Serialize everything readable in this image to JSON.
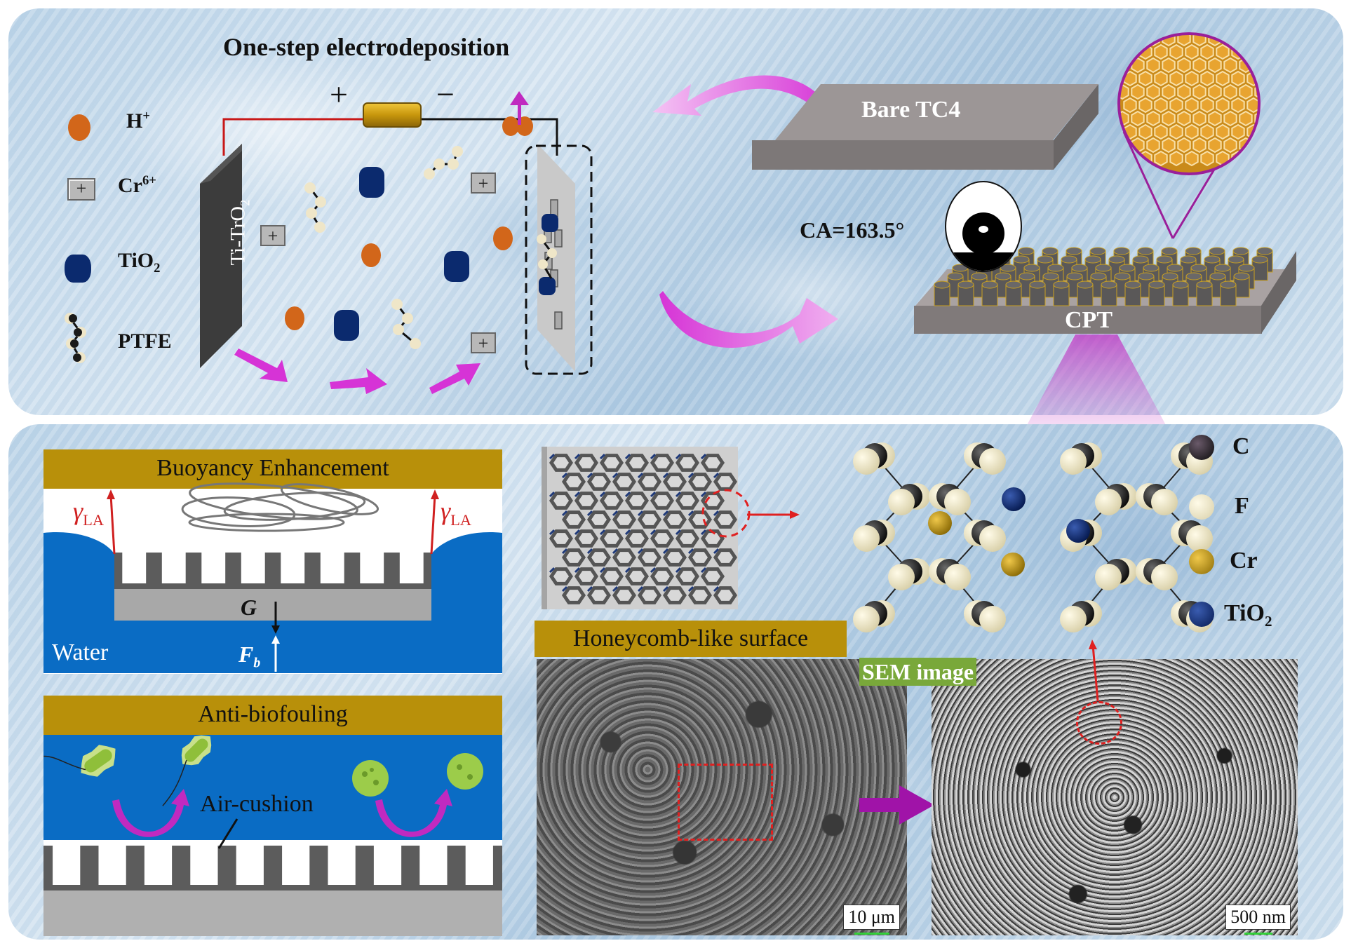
{
  "process": {
    "title": "One-step electrodeposition",
    "polarity_plus": "+",
    "polarity_minus": "−",
    "anode_label": "Ti-TrO",
    "anode_label_sub": "2"
  },
  "legend_species": [
    {
      "name": "H",
      "sup": "+",
      "sub": "",
      "icon": "orange-ellipse-icon"
    },
    {
      "name": "Cr",
      "sup": "6+",
      "sub": "",
      "icon": "gray-plus-box-icon"
    },
    {
      "name": "TiO",
      "sup": "",
      "sub": "2",
      "icon": "navy-rounded-block-icon"
    },
    {
      "name": "PTFE",
      "sup": "",
      "sub": "",
      "icon": "molecule-chain-icon"
    }
  ],
  "substrates": {
    "bare": "Bare TC4",
    "coated": "CPT",
    "contact_angle": "CA=163.5°"
  },
  "buoyancy": {
    "title": "Buoyancy Enhancement",
    "gamma_symbol": "γ",
    "gamma_sub": "LA",
    "gravity": "G",
    "buoyant_force": "F",
    "buoyant_force_sub": "b",
    "medium": "Water"
  },
  "antifouling": {
    "title": "Anti-biofouling",
    "cushion": "Air-cushion"
  },
  "surface": {
    "honeycomb_label": "Honeycomb-like surface",
    "sem_label": "SEM image",
    "scale_left": "10 μm",
    "scale_right": "500 nm"
  },
  "atom_legend": [
    {
      "symbol": "C",
      "sub": "",
      "color": "#2a2a2e"
    },
    {
      "symbol": "F",
      "sub": "",
      "color": "#f3ecd2"
    },
    {
      "symbol": "Cr",
      "sub": "",
      "color": "#c49a10"
    },
    {
      "symbol": "TiO",
      "sub": "2",
      "color": "#0e2c74"
    }
  ],
  "colors": {
    "accent_magenta": "#d633d6",
    "header_gold": "#b8900a",
    "water_blue": "#0a6cc4",
    "h_plus_orange": "#d2661a",
    "tio2_navy": "#0b2a6e",
    "sem_tag_green": "#79a83a"
  }
}
